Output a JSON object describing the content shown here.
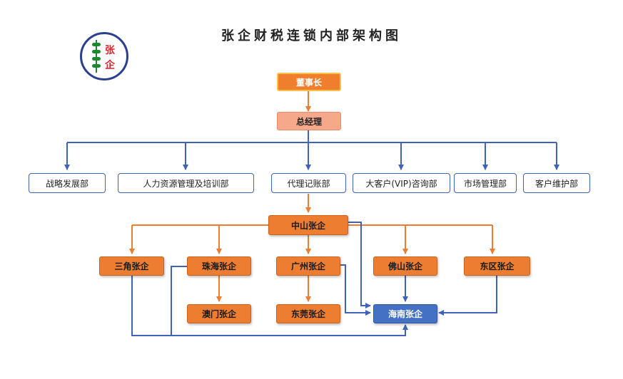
{
  "title": "张企财税连锁内部架构图",
  "logo": {
    "char_top": "张",
    "char_bottom": "企"
  },
  "colors": {
    "orange": "#ec7d31",
    "blue": "#4571c4",
    "blue_line": "#3f63b6",
    "salmon": "#f6a98a"
  },
  "nodes": {
    "chairman": "董事长",
    "gm": "总经理",
    "departments": [
      "战略发展部",
      "人力资源管理及培训部",
      "代理记账部",
      "大客户(VIP)咨询部",
      "市场管理部",
      "客户维护部"
    ],
    "zhongshan": "中山张企",
    "branches": [
      "三角张企",
      "珠海张企",
      "广州张企",
      "佛山张企",
      "东区张企"
    ],
    "sub": {
      "aomen": "澳门张企",
      "dongguan": "东莞张企",
      "hainan": "海南张企"
    }
  }
}
